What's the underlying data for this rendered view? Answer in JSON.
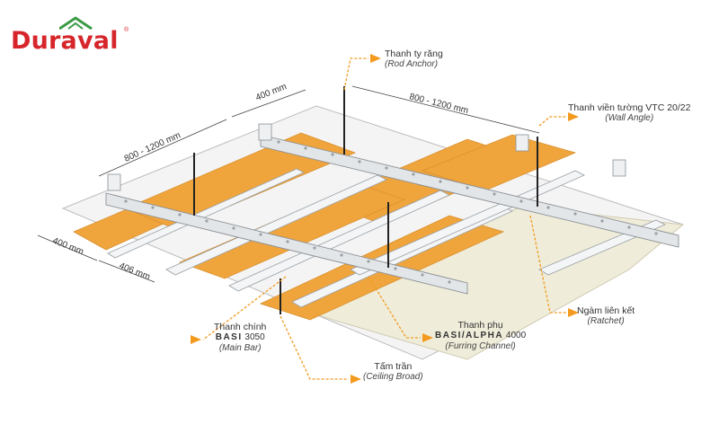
{
  "brand": {
    "name": "Duraval",
    "registered": "®"
  },
  "dimensions": {
    "top_spacing": "400 mm",
    "top_span": "800 - 1200 mm",
    "left_span": "800 - 1200 mm",
    "front_left": "400 mm",
    "front_inner": "406 mm"
  },
  "callouts": {
    "rod_anchor": {
      "vi": "Thanh ty răng",
      "en": "(Rod Anchor)"
    },
    "wall_angle": {
      "vi": "Thanh viền tường VTC 20/22",
      "en": "(Wall Angle)"
    },
    "ratchet": {
      "vi": "Ngàm liên kết",
      "en": "(Ratchet)"
    },
    "main_bar": {
      "vi": "Thanh chính",
      "code_brand": "BASI",
      "code_num": "3050",
      "en": "(Main Bar)"
    },
    "furring": {
      "vi": "Thanh phụ",
      "code_brand": "BASI/ALPHA",
      "code_num": "4000",
      "en": "(Furring Channel)"
    },
    "ceiling": {
      "vi": "Tấm trần",
      "en": "(Ceiling Broad)"
    }
  },
  "colors": {
    "brand_red": "#d7262b",
    "brand_green": "#3a9a44",
    "board_orange": "#f0a53c",
    "callout_orange": "#f39a1f",
    "metal": "#dfe3e6",
    "gypsum": "#efecd9"
  }
}
